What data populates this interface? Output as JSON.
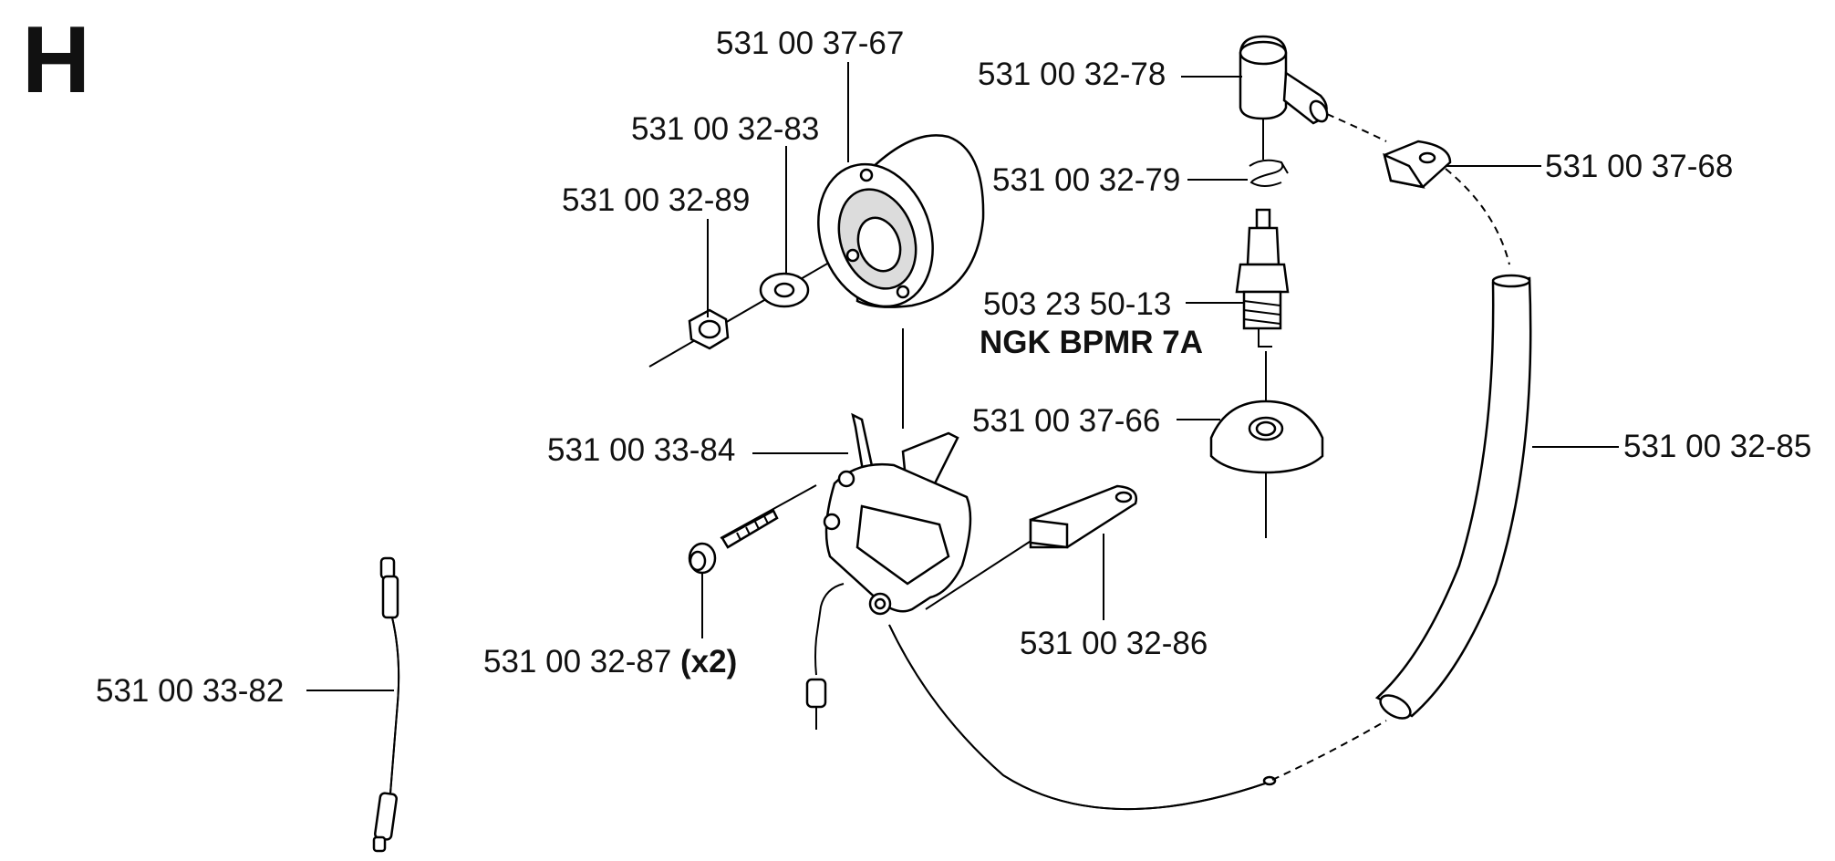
{
  "section": "H",
  "parts": {
    "flywheel": "531 00 37-67",
    "washer": "531 00 32-83",
    "nut": "531 00 32-89",
    "ignition_module": "531 00 33-84",
    "screw": "531 00 32-87",
    "screw_qty": "(x2)",
    "connector": "531 00 32-86",
    "short_circuit_cable": "531 00 33-82",
    "spark_plug_cap": "531 00 32-78",
    "spring": "531 00 32-79",
    "spark_plug": "503 23 50-13",
    "spark_plug_type": "NGK BPMR 7A",
    "spark_plug_boot": "531 00 37-66",
    "cable_clip": "531 00 37-68",
    "hose": "531 00 32-85"
  }
}
